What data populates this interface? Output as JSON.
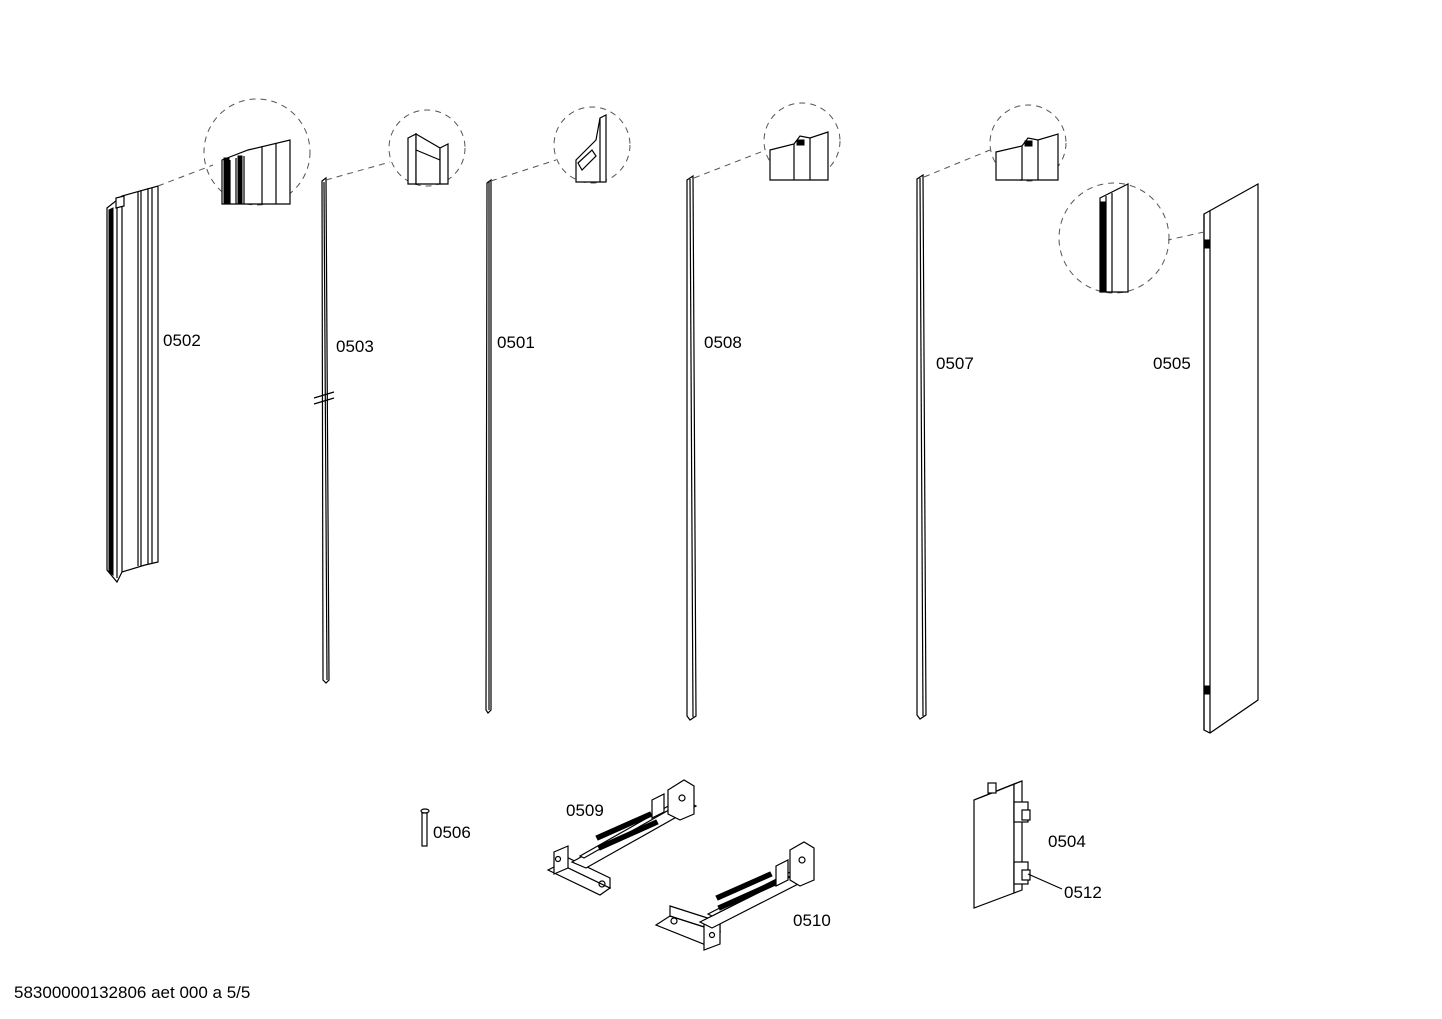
{
  "parts": {
    "p0502": "0502",
    "p0503": "0503",
    "p0501": "0501",
    "p0508": "0508",
    "p0507": "0507",
    "p0505": "0505",
    "p0506": "0506",
    "p0509": "0509",
    "p0510": "0510",
    "p0504": "0504",
    "p0512": "0512"
  },
  "footer": "58300000132806 aet 000 a 5/5"
}
